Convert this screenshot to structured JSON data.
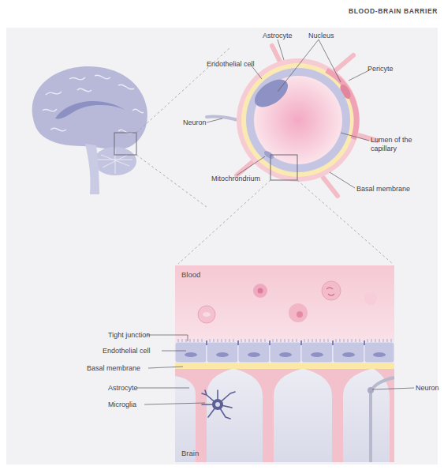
{
  "diagram": {
    "title": "BLOOD-BRAIN BARRIER",
    "nodes": [
      {
        "text": [
          "Blood"
        ]
      },
      {
        "text": [
          "Brain"
        ]
      }
    ],
    "labels": [
      "Astrocyte",
      "Nucleus",
      "Endothelial cell",
      "Pericyte",
      "Neuron",
      "Lumen of the capillary",
      "Mitochrondrium",
      "Basal membrane",
      "Tight junction",
      "Endothelial cell",
      "Basal membrane",
      "Astrocyte",
      "Microglia",
      "Neuron"
    ]
  }
}
